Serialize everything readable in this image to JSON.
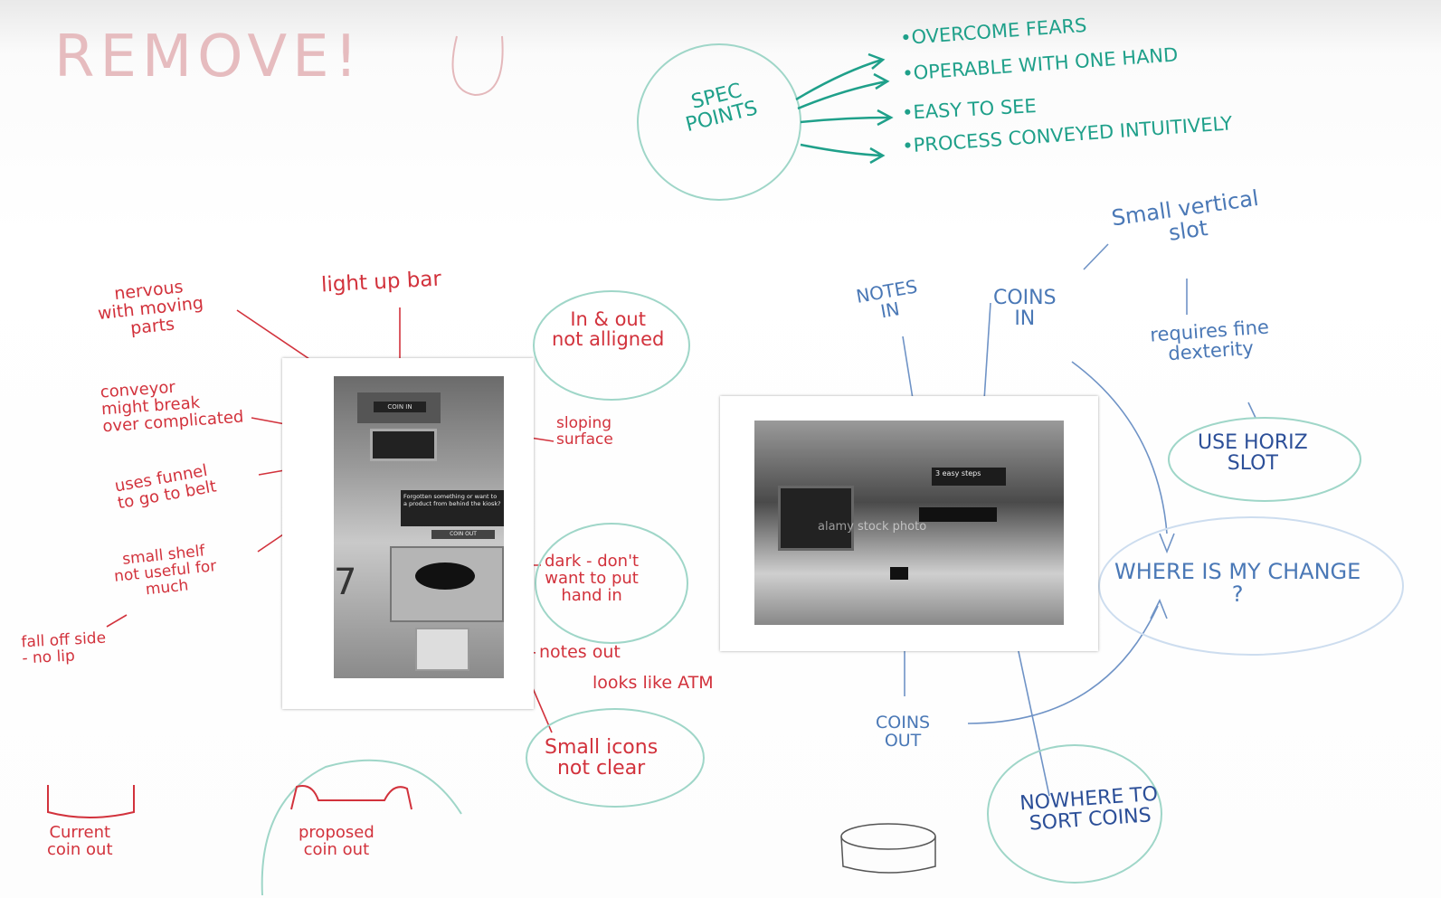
{
  "title_note": "REMOVE!",
  "spec": {
    "circle_label": "SPEC POINTS",
    "points": [
      "•OVERCOME FEARS",
      "•OPERABLE WITH ONE HAND",
      "•EASY TO SEE",
      "•PROCESS CONVEYED INTUITIVELY"
    ]
  },
  "left_annotations": {
    "light_up_bar": "light up bar",
    "nervous": "nervous\nwith moving\nparts",
    "conveyor": "conveyor\nmight break\nover complicated",
    "funnel": "uses funnel\nto go to belt",
    "shelf": "small shelf\nnot useful for\nmuch",
    "fall_off": "fall off side\n- no lip",
    "in_out": "In & out\nnot alligned",
    "sloping": "sloping\nsurface",
    "dark": "dark - don't\nwant to put\nhand in",
    "notes_out": "notes out",
    "atm": "looks like ATM",
    "small_icons": "Small icons\nnot clear",
    "current_coin": "Current\ncoin out",
    "proposed_coin": "proposed\ncoin out"
  },
  "left_photo": {
    "labels": [
      "COIN IN",
      "Forgotten something or want to\na product from behind the kiosk?",
      "COIN OUT"
    ],
    "number": "7"
  },
  "right_annotations": {
    "notes_in": "NOTES\nIN",
    "coins_in": "COINS\nIN",
    "small_slot": "Small vertical\nslot",
    "dexterity": "requires fine\ndexterity",
    "horiz_slot": "USE HORIZ\nSLOT",
    "change": "WHERE IS MY CHANGE\n?",
    "coins_out": "COINS\nOUT",
    "nowhere": "NOWHERE TO\nSORT COINS"
  },
  "right_photo": {
    "steps_label": "3 easy steps",
    "watermark": "alamy stock photo"
  },
  "colors": {
    "red": "#d2323c",
    "teal": "#1fa08a",
    "blue": "#4a78b6",
    "navy": "#2c4f98"
  }
}
